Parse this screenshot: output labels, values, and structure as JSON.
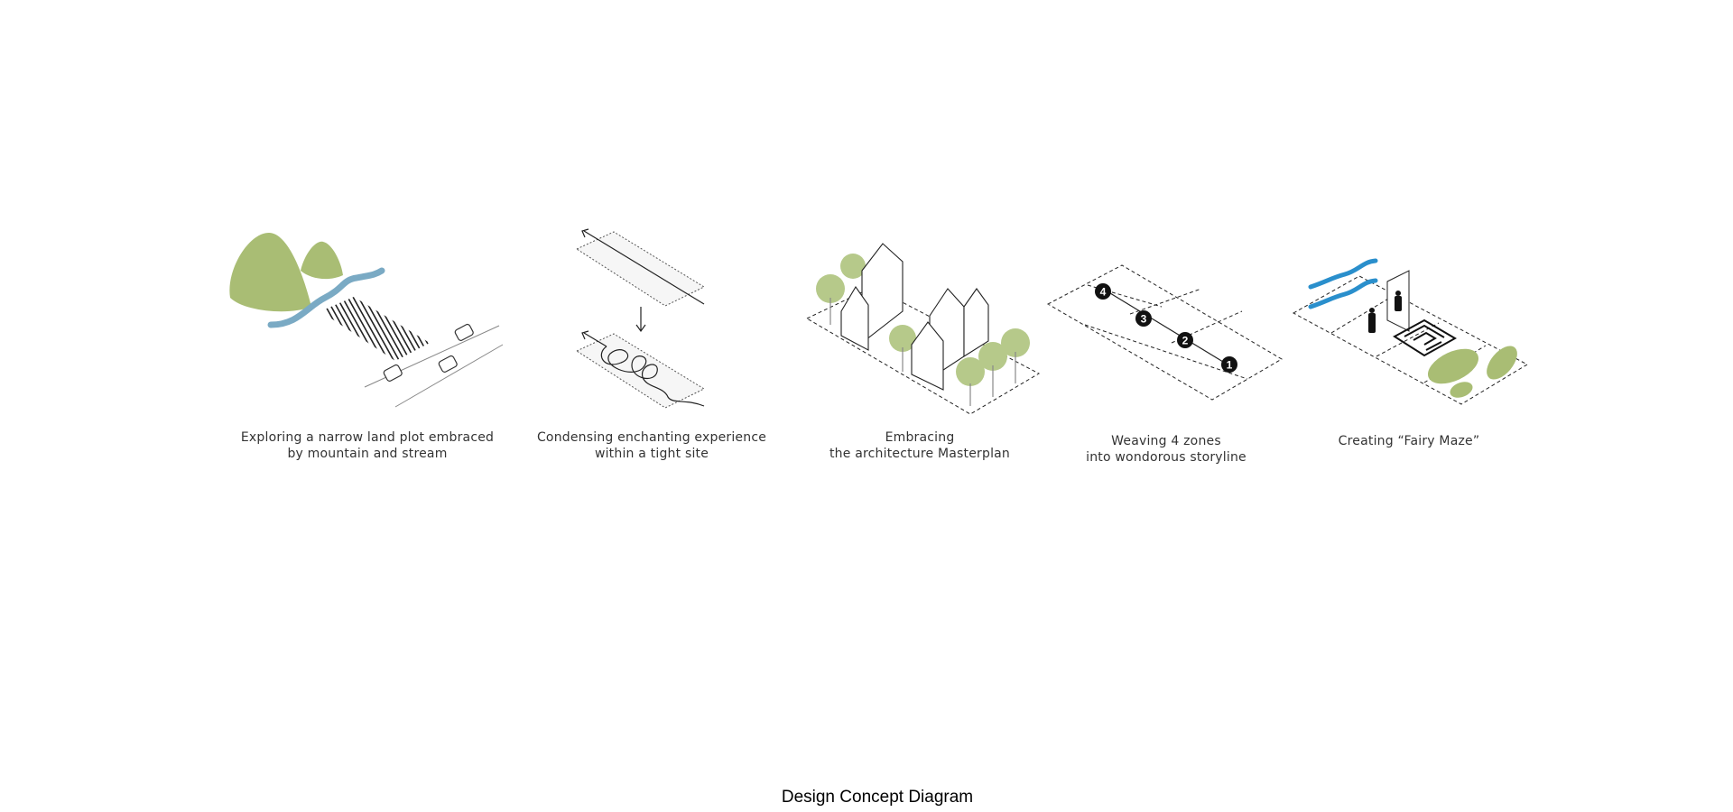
{
  "title": "Design Concept Diagram",
  "colors": {
    "mountain": "#a9bd74",
    "stream": "#7aaac4",
    "water": "#2a8fcc",
    "tree": "#b6c98a",
    "line": "#222222"
  },
  "panels": [
    {
      "caption": [
        "Exploring a narrow land plot embraced",
        "by mountain and stream"
      ]
    },
    {
      "caption": [
        "Condensing enchanting experience",
        "within a tight site"
      ]
    },
    {
      "caption": [
        "Embracing",
        "the architecture Masterplan"
      ]
    },
    {
      "caption": [
        "Weaving 4 zones",
        "into wondorous storyline"
      ],
      "steps": [
        "1",
        "2",
        "3",
        "4"
      ]
    },
    {
      "caption": [
        "Creating “Fairy Maze”"
      ]
    }
  ]
}
